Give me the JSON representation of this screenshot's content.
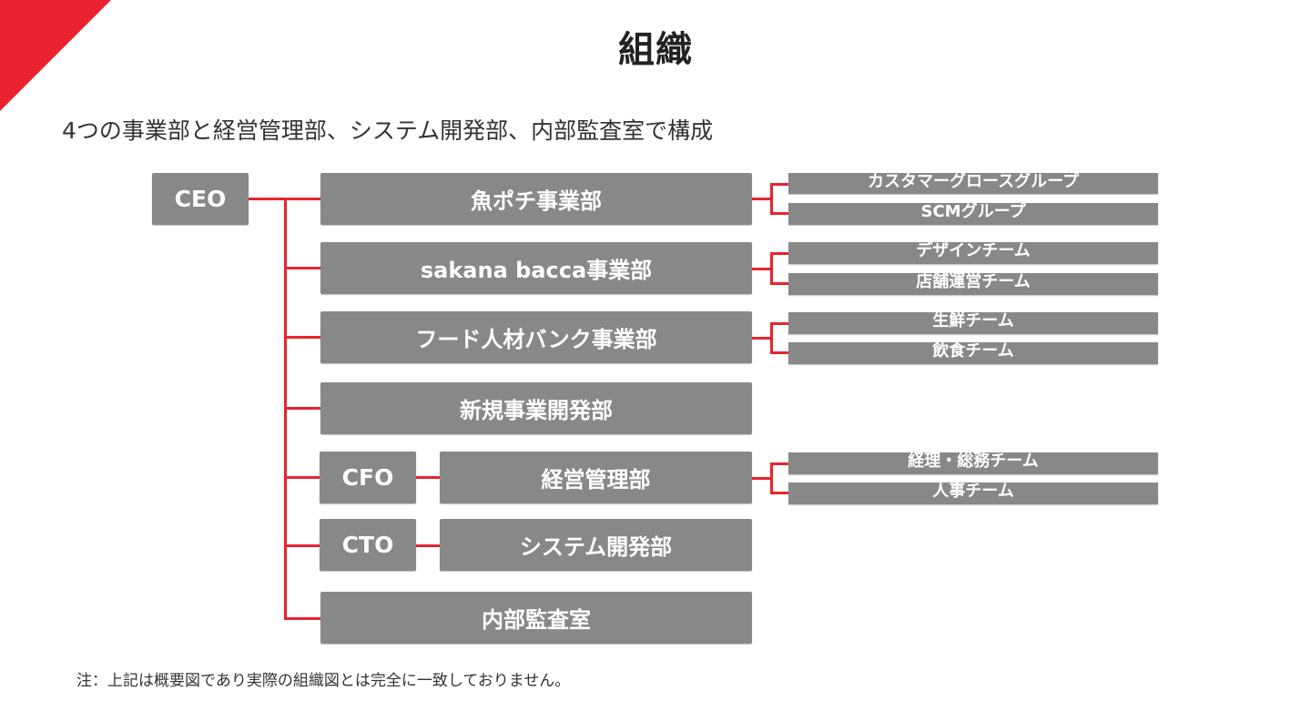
{
  "title": "組織",
  "subtitle": "4つの事業部と経営管理部、システム開発部、内部監査室で構成",
  "note": "注：上記は概要図であり実際の組織図とは完全に一致しておりません。",
  "colors": {
    "accent": "#e8232f",
    "box": "#888888",
    "box_text": "#ffffff"
  },
  "org": {
    "ceo": "CEO",
    "cfo": "CFO",
    "cto": "CTO",
    "departments": [
      {
        "name": "魚ポチ事業部",
        "teams": [
          "カスタマーグロースグループ",
          "SCMグループ"
        ]
      },
      {
        "name": "sakana bacca事業部",
        "teams": [
          "デザインチーム",
          "店舗運営チーム"
        ]
      },
      {
        "name": "フード人材バンク事業部",
        "teams": [
          "生鮮チーム",
          "飲食チーム"
        ]
      },
      {
        "name": "新規事業開発部",
        "teams": []
      },
      {
        "name": "経営管理部",
        "reports_to": "CFO",
        "teams": [
          "経理・総務チーム",
          "人事チーム"
        ]
      },
      {
        "name": "システム開発部",
        "reports_to": "CTO",
        "teams": []
      },
      {
        "name": "内部監査室",
        "teams": []
      }
    ]
  }
}
